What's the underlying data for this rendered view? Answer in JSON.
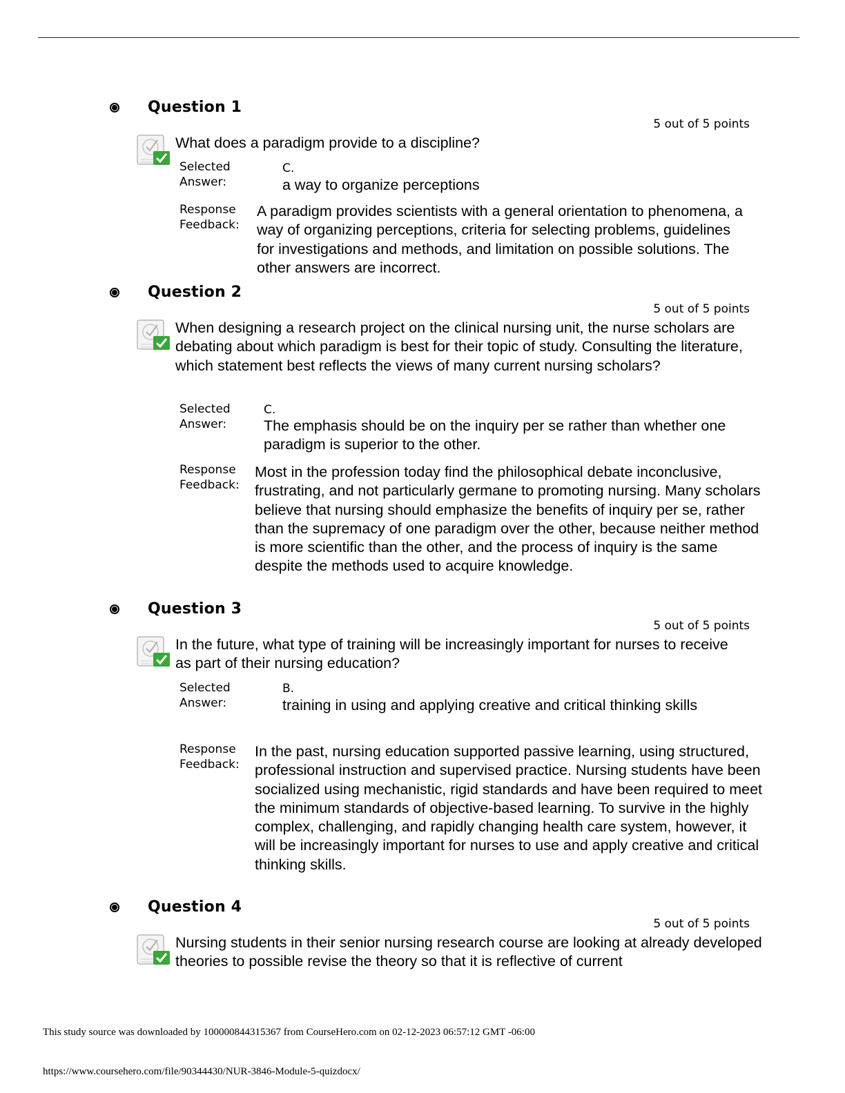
{
  "labels": {
    "selected": "Selected Answer:",
    "feedback": "Response Feedback:"
  },
  "questions": [
    {
      "title": "Question 1",
      "points": "5 out of 5 points",
      "text": "What does a paradigm provide to a discipline?",
      "answer_letter": "C.",
      "answer_text": "a way to organize perceptions",
      "feedback": "A paradigm provides scientists with a general orientation to phenomena, a way of organizing perceptions, criteria for selecting problems, guidelines for investigations and methods, and limitation on possible solutions. The other answers are incorrect."
    },
    {
      "title": "Question 2",
      "points": "5 out of 5 points",
      "text": "When designing a research project on the clinical nursing unit, the nurse scholars are debating about which paradigm is best for their topic of study. Consulting the literature, which statement best reflects the views of many current nursing scholars?",
      "answer_letter": "C.",
      "answer_text": "The emphasis should be on the inquiry per se rather than whether one paradigm is superior to the other.",
      "feedback": "Most in the profession today find the philosophical debate inconclusive, frustrating, and not particularly germane to promoting nursing. Many scholars believe that nursing should emphasize the benefits of inquiry per se, rather than the supremacy of one paradigm over the other, because neither method is more scientific than the other, and the process of inquiry is the same despite the methods used to acquire knowledge."
    },
    {
      "title": "Question 3",
      "points": "5 out of 5 points",
      "text": "In the future, what type of training will be increasingly important for nurses to receive as part of their nursing education?",
      "answer_letter": "B.",
      "answer_text": "training in using and applying creative and critical thinking skills",
      "feedback": "In the past, nursing education supported passive learning, using structured, professional instruction and supervised practice. Nursing students have been socialized using mechanistic, rigid standards and have been required to meet the minimum standards of objective-based learning. To survive in the highly complex, challenging, and rapidly changing health care system, however, it will be increasingly important for nurses to use and apply creative and critical thinking skills."
    },
    {
      "title": "Question 4",
      "points": "5 out of 5 points",
      "text": "Nursing students in their senior nursing research course are looking at already developed theories to possible revise the theory so that it is reflective of current"
    }
  ],
  "footer": {
    "source": "This study source was downloaded by 100000844315367 from CourseHero.com on 02-12-2023 06:57:12 GMT -06:00",
    "url": "https://www.coursehero.com/file/90344430/NUR-3846-Module-5-quizdocx/"
  },
  "icons": {
    "status": "correct-check-icon",
    "bullet": "bullet-icon",
    "check_color": "#3aa53a"
  }
}
